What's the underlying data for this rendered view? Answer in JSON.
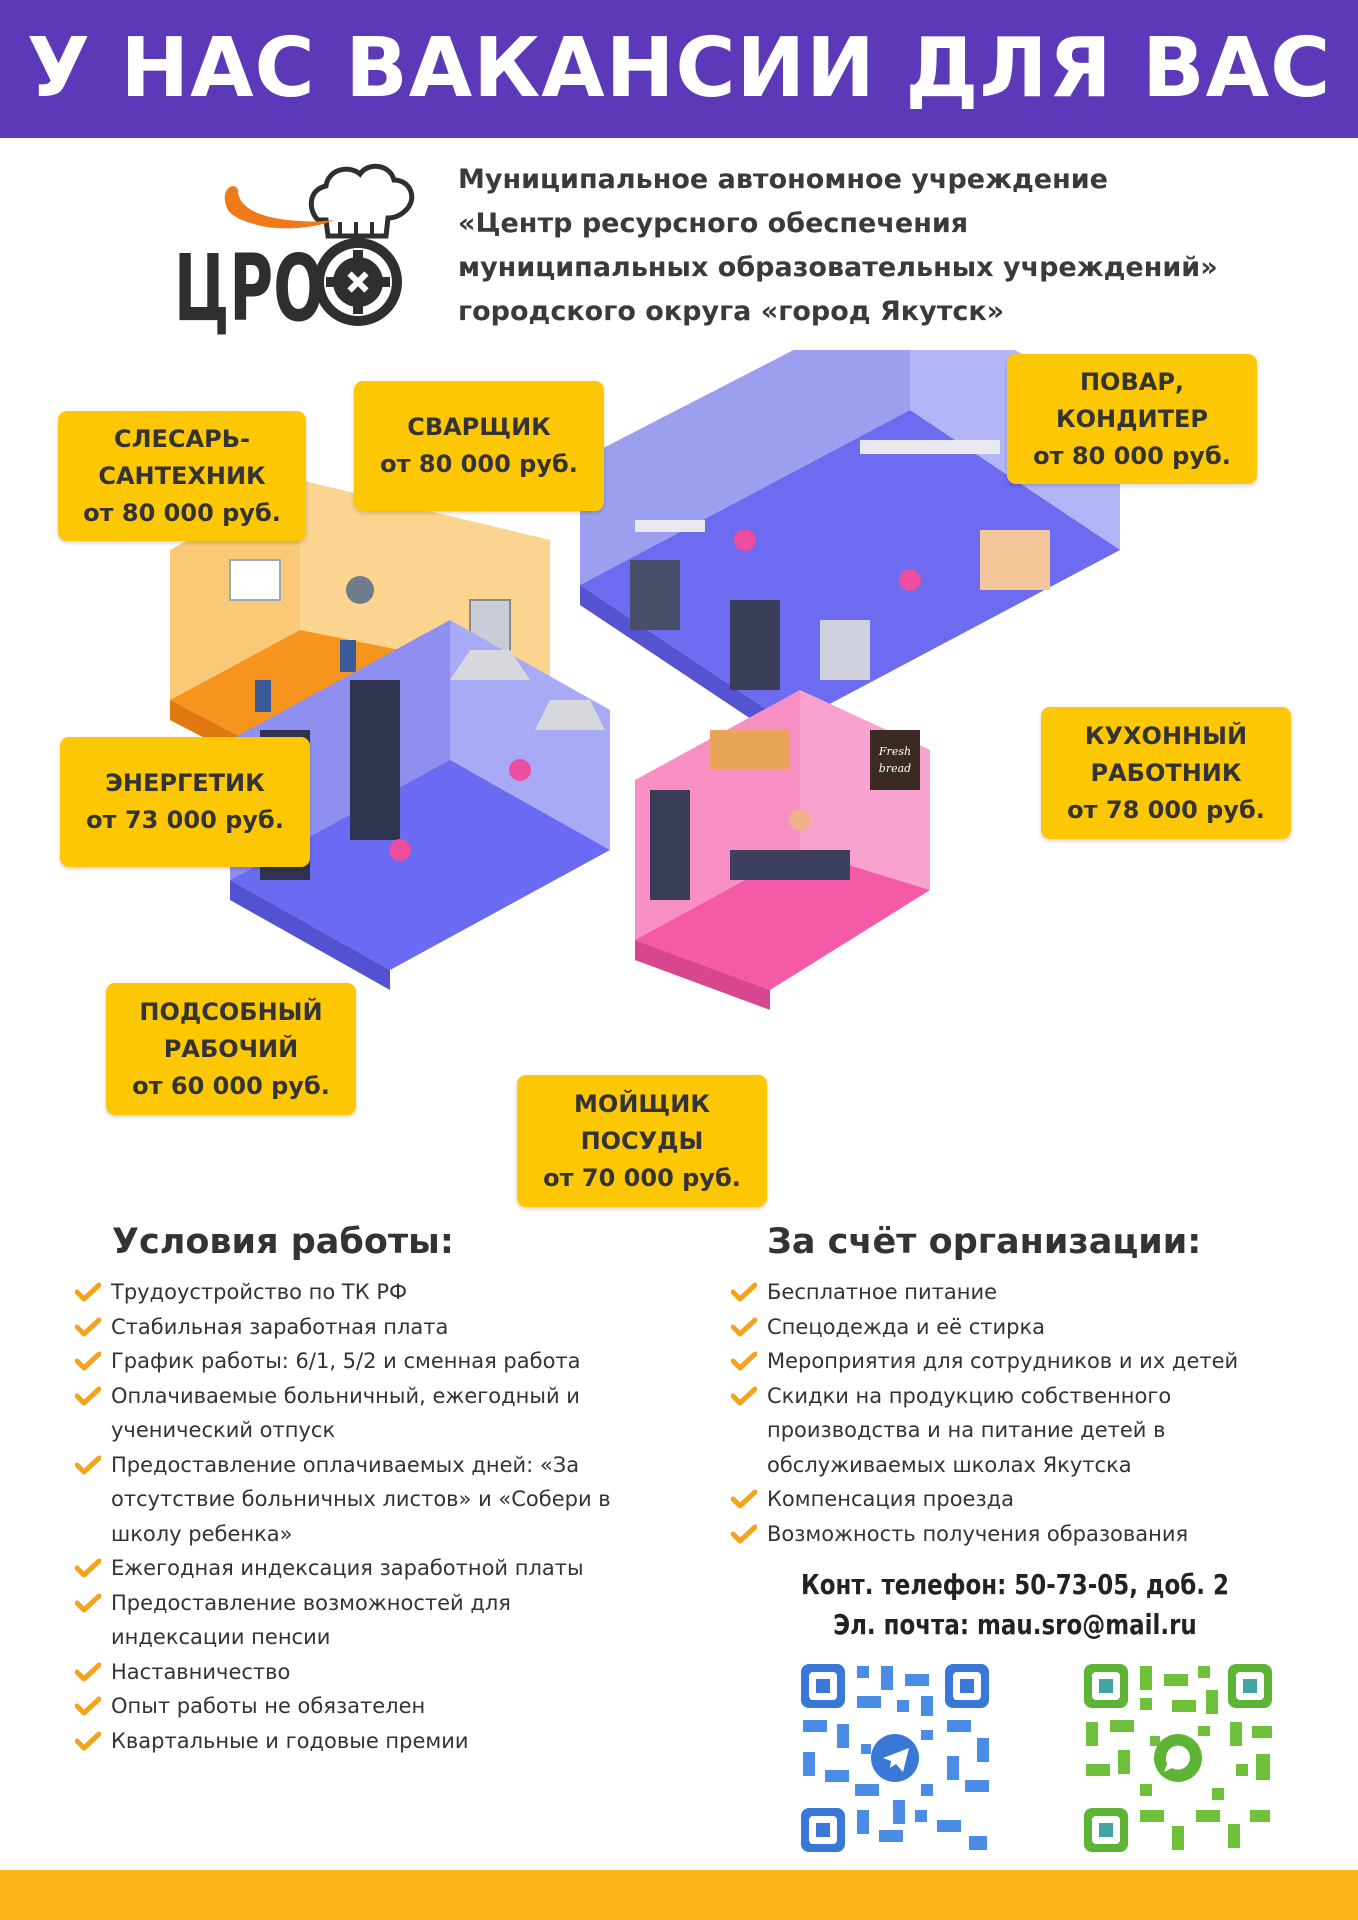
{
  "header": {
    "title": "У НАС ВАКАНСИИ ДЛЯ ВАС"
  },
  "logo": {
    "text": "ЦРО"
  },
  "organization": {
    "lines": [
      "Муниципальное автономное учреждение",
      "«Центр ресурсного обеспечения",
      "муниципальных образовательных учреждений»",
      "городского округа «город Якутск»"
    ]
  },
  "vacancies": [
    {
      "title_lines": [
        "СЛЕСАРЬ-",
        "САНТЕХНИК"
      ],
      "salary": "от 80 000 руб."
    },
    {
      "title_lines": [
        "СВАРЩИК"
      ],
      "salary": "от 80 000 руб."
    },
    {
      "title_lines": [
        "ПОВАР,",
        "КОНДИТЕР"
      ],
      "salary": "от 80 000 руб."
    },
    {
      "title_lines": [
        "ЭНЕРГЕТИК"
      ],
      "salary": "от 73 000 руб."
    },
    {
      "title_lines": [
        "КУХОННЫЙ",
        "РАБОТНИК"
      ],
      "salary": "от 78 000 руб."
    },
    {
      "title_lines": [
        "ПОДСОБНЫЙ",
        "РАБОЧИЙ"
      ],
      "salary": "от 60 000 руб."
    },
    {
      "title_lines": [
        "МОЙЩИК",
        "ПОСУДЫ"
      ],
      "salary": "от 70 000 руб."
    }
  ],
  "illustration": {
    "sign_line1": "Fresh",
    "sign_line2": "bread"
  },
  "conditions": {
    "title": "Условия работы:",
    "lines": [
      "Трудоустройство по ТК РФ",
      "Стабильная заработная плата",
      "График работы: 6/1, 5/2 и сменная работа",
      "Оплачиваемые больничный, ежегодный и",
      "ученический отпуск",
      "Предоставление оплачиваемых дней: «За",
      "отсутствие больничных листов» и «Собери в",
      "школу ребенка»",
      "Ежегодная индексация заработной платы",
      "Предоставление возможностей для",
      "индексации пенсии",
      "Наставничество",
      "Опыт работы не обязателен",
      "Квартальные и годовые премии"
    ]
  },
  "benefits": {
    "title": "За счёт организации:",
    "lines": [
      "Бесплатное питание",
      "Спецодежда и её стирка",
      "Мероприятия для сотрудников и их детей",
      "Скидки на продукцию собственного",
      "производства и на питание детей в",
      "обслуживаемых школах Якутска",
      "Компенсация проезда",
      "Возможность получения образования"
    ]
  },
  "contacts": {
    "phone": "Конт. телефон: 50-73-05, доб. 2",
    "email": "Эл. почта: mau.sro@mail.ru"
  },
  "icons": {
    "check": "check-icon",
    "qr_telegram": "qr-code-telegram-icon",
    "qr_chat": "qr-code-chat-icon"
  },
  "colors": {
    "header": "#5b39b9",
    "badge": "#fdc803",
    "check": "#f5a31a",
    "footer": "#fbb516",
    "qr_telegram": "#3a78d8",
    "qr_chat": "#5cb535"
  }
}
